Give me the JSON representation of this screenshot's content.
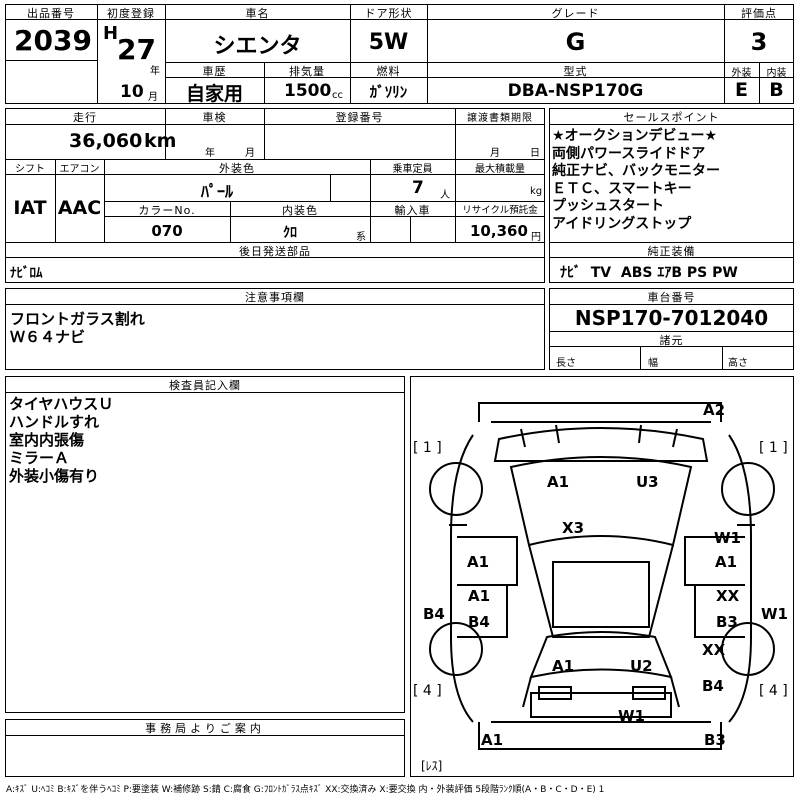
{
  "header": {
    "labels": {
      "lot_no": "出品番号",
      "first_reg": "初度登録",
      "car_name": "車名",
      "door": "ドア形状",
      "grade": "グレード",
      "score": "評価点",
      "history": "車歴",
      "displacement": "排気量",
      "fuel": "燃料",
      "model_code": "型式",
      "exterior": "外装",
      "interior": "内装",
      "year_unit": "年",
      "month_unit": "月",
      "cc_unit": "cc"
    },
    "lot_no": "2039",
    "era": "H",
    "year": "27",
    "month": "10",
    "car_name": "シエンタ",
    "door": "5W",
    "grade": "G",
    "score": "3",
    "history": "自家用",
    "displacement": "1500",
    "fuel": "ｶﾞｿﾘﾝ",
    "model_code": "DBA-NSP170G",
    "exterior": "E",
    "interior": "B"
  },
  "spec": {
    "labels": {
      "mileage": "走行",
      "inspection": "車検",
      "registration": "登録番号",
      "transfer": "譲渡書類期限",
      "shift": "シフト",
      "aircon": "エアコン",
      "color": "外装色",
      "capacity": "乗車定員",
      "max_load": "最大積載量",
      "color_no": "カラーNo.",
      "int_color": "内装色",
      "import": "輸入車",
      "recycle": "リサイクル預託金",
      "later_parts": "後日発送部品",
      "year_unit": "年",
      "month_unit": "月",
      "day_unit": "日",
      "km_unit": "km",
      "person_unit": "人",
      "kg_unit": "kg",
      "yen_unit": "円",
      "int_unit": "系"
    },
    "mileage": "36,060",
    "shift": "IAT",
    "aircon": "AAC",
    "color": "ﾊﾟｰﾙ",
    "capacity": "7",
    "color_no": "070",
    "int_color": "ｸﾛ",
    "recycle": "10,360",
    "later_parts": "ﾅﾋﾞﾛﾑ"
  },
  "sales": {
    "label": "セールスポイント",
    "lines": [
      "★オークションデビュー★",
      "両側パワースライドドア",
      "純正ナビ、バックモニター",
      "ＥＴＣ、スマートキー",
      "プッシュスタート",
      "アイドリングストップ"
    ],
    "equip_label": "純正装備",
    "equip": "ﾅﾋﾞ  TV  ABS ｴｱB PS PW"
  },
  "notes": {
    "label": "注意事項欄",
    "lines": [
      "フロントガラス割れ",
      "Ｗ６４ナビ"
    ]
  },
  "chassis": {
    "label": "車台番号",
    "number": "NSP170-7012040",
    "dims_label": "諸元",
    "length": "長さ",
    "width": "幅",
    "height": "高さ"
  },
  "inspector": {
    "label": "検査員記入欄",
    "lines": [
      "タイヤハウスＵ",
      "ハンドルすれ",
      "室内内張傷",
      "ミラーＡ",
      "外装小傷有り"
    ]
  },
  "office": {
    "label": "事務局よりご案内"
  },
  "diagram": {
    "marks": [
      "A2",
      "A1",
      "U3",
      "X3",
      "W1",
      "A1",
      "A1",
      "A1",
      "XX",
      "B4",
      "B4",
      "B3",
      "W1",
      "XX",
      "A1",
      "U2",
      "B4",
      "W1",
      "A1",
      "B3"
    ],
    "brackets": [
      "[ 1 ]",
      "[ 1 ]",
      "[ 4 ]",
      "[ 4 ]",
      "[ﾚｽ]"
    ]
  },
  "legend": "A:ｷｽﾞ U:ﾍｺﾐ B:ｷｽﾞを伴うﾍｺﾐ P:要塗装 W:補修跡 S:錆 C:腐食 G:ﾌﾛﾝﾄｶﾞﾗｽ点ｷｽﾞ XX:交換済み X:要交換  内・外装評価 5段階ﾗﾝｸ順(A・B・C・D・E) 1"
}
